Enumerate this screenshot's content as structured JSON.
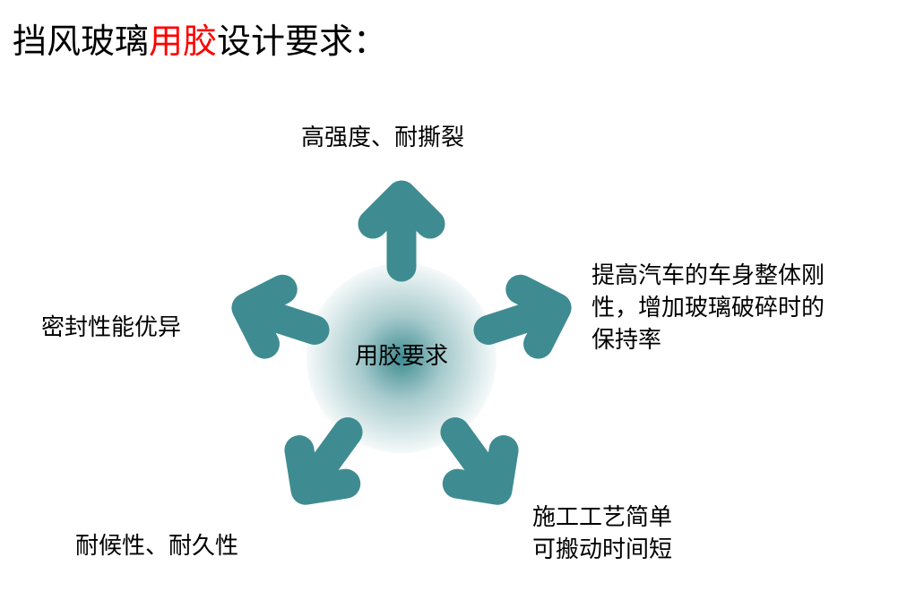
{
  "title": {
    "prefix": "挡风玻璃",
    "highlight": "用胶",
    "suffix": "设计要求："
  },
  "colors": {
    "arrow": "#3e8c91",
    "highlight": "#ff0000"
  },
  "center_label": "用胶要求",
  "requirements": [
    {
      "lines": [
        "高强度、耐撕裂"
      ]
    },
    {
      "lines": [
        "提高汽车的车身整体刚",
        "性，增加玻璃破碎时的",
        "保持率"
      ]
    },
    {
      "lines": [
        "施工工艺简单",
        "可搬动时间短"
      ]
    },
    {
      "lines": [
        "耐候性、耐久性"
      ]
    },
    {
      "lines": [
        "密封性能优异"
      ]
    }
  ]
}
